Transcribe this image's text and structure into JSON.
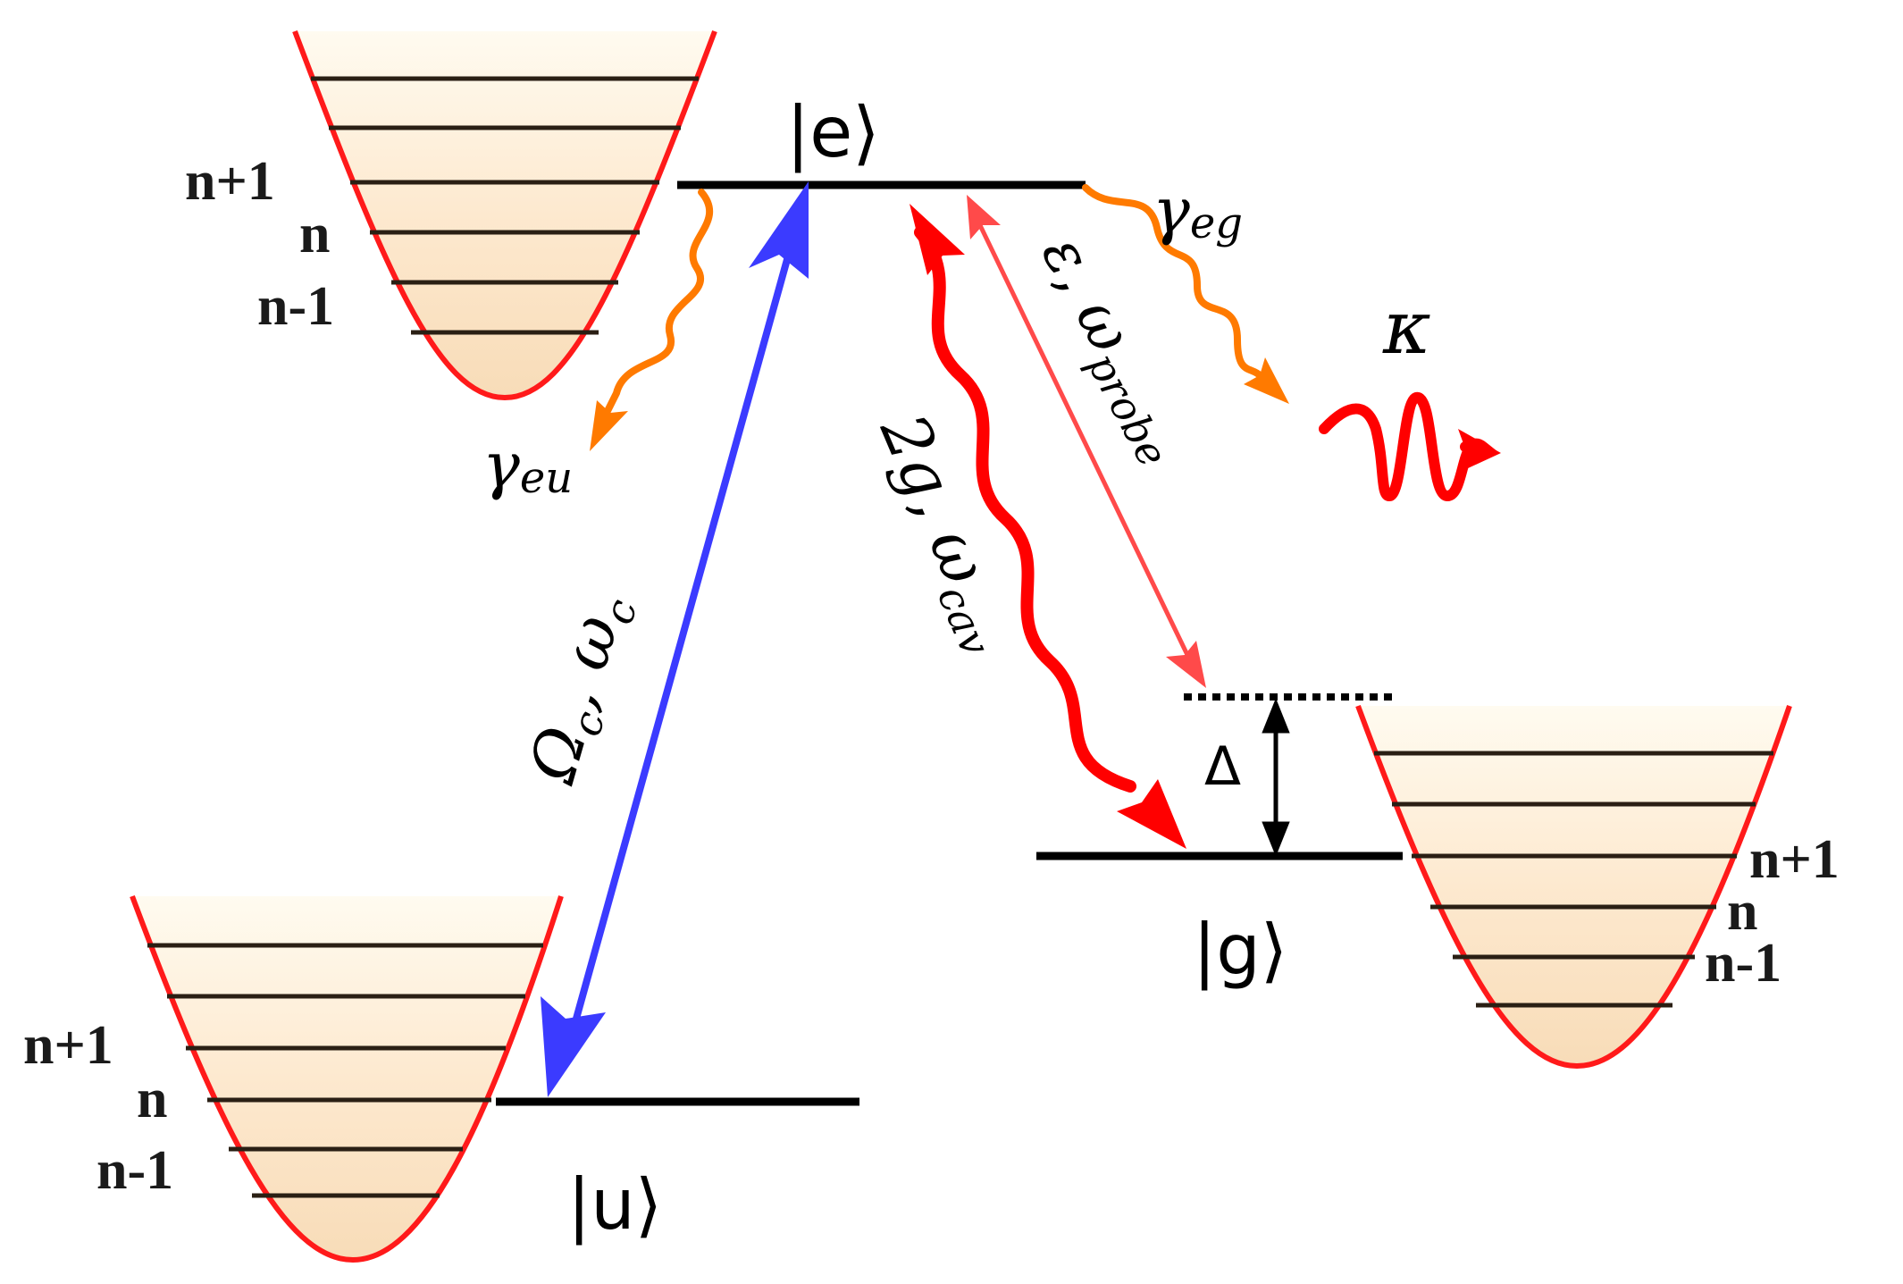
{
  "levels": {
    "e": "|e⟩",
    "g": "|g⟩",
    "u": "|u⟩"
  },
  "wells": {
    "top_left": {
      "labels": [
        "n+1",
        "n",
        "n-1"
      ]
    },
    "bottom_left": {
      "labels": [
        "n+1",
        "n",
        "n-1"
      ]
    },
    "right": {
      "labels": [
        "n+1",
        "n",
        "n-1"
      ]
    }
  },
  "transitions": {
    "control": {
      "symbol": "Ω",
      "sub": "c",
      "sep": ", ",
      "freq": "ω",
      "freq_sub": "c",
      "color": "#3b3bff"
    },
    "cavity": {
      "coef": "2g",
      "sep": ", ",
      "freq": "ω",
      "freq_sub": "cav",
      "color": "#ff0000"
    },
    "probe": {
      "symbol": "ε",
      "sep": ", ",
      "freq": "ω",
      "freq_sub": "probe",
      "color": "#ff4a4a"
    }
  },
  "decays": {
    "eg": {
      "symbol": "γ",
      "sub": "eg",
      "color": "#ff7a00"
    },
    "eu": {
      "symbol": "γ",
      "sub": "eu",
      "color": "#ff7a00"
    },
    "kappa": {
      "symbol": "κ",
      "color": "#ff0000"
    }
  },
  "detuning": {
    "symbol": "Δ"
  },
  "colors": {
    "well_stroke": "#ff1a1a",
    "well_fill_top": "#fffbf0",
    "well_fill_bottom": "#f8dcb8",
    "rung": "#2a1f14"
  }
}
